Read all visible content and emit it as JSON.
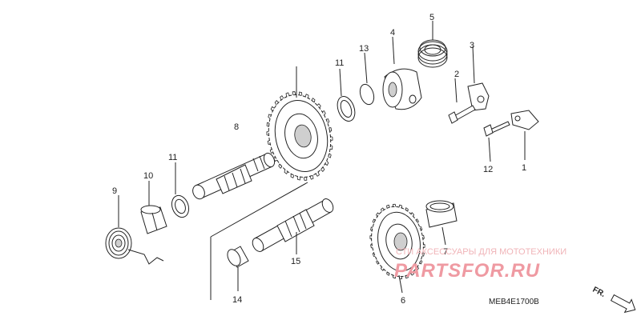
{
  "diagram_code": "MEB4E1700B",
  "direction_label": "FR.",
  "watermark": {
    "line1": "СТИ АКСЕССУАРЫ ДЛЯ МОТОТЕХНИКИ",
    "line2": "PARTSFOR.RU"
  },
  "callouts": [
    "1",
    "2",
    "3",
    "4",
    "5",
    "6",
    "7",
    "8",
    "9",
    "10",
    "11",
    "11",
    "12",
    "13",
    "14",
    "15"
  ]
}
